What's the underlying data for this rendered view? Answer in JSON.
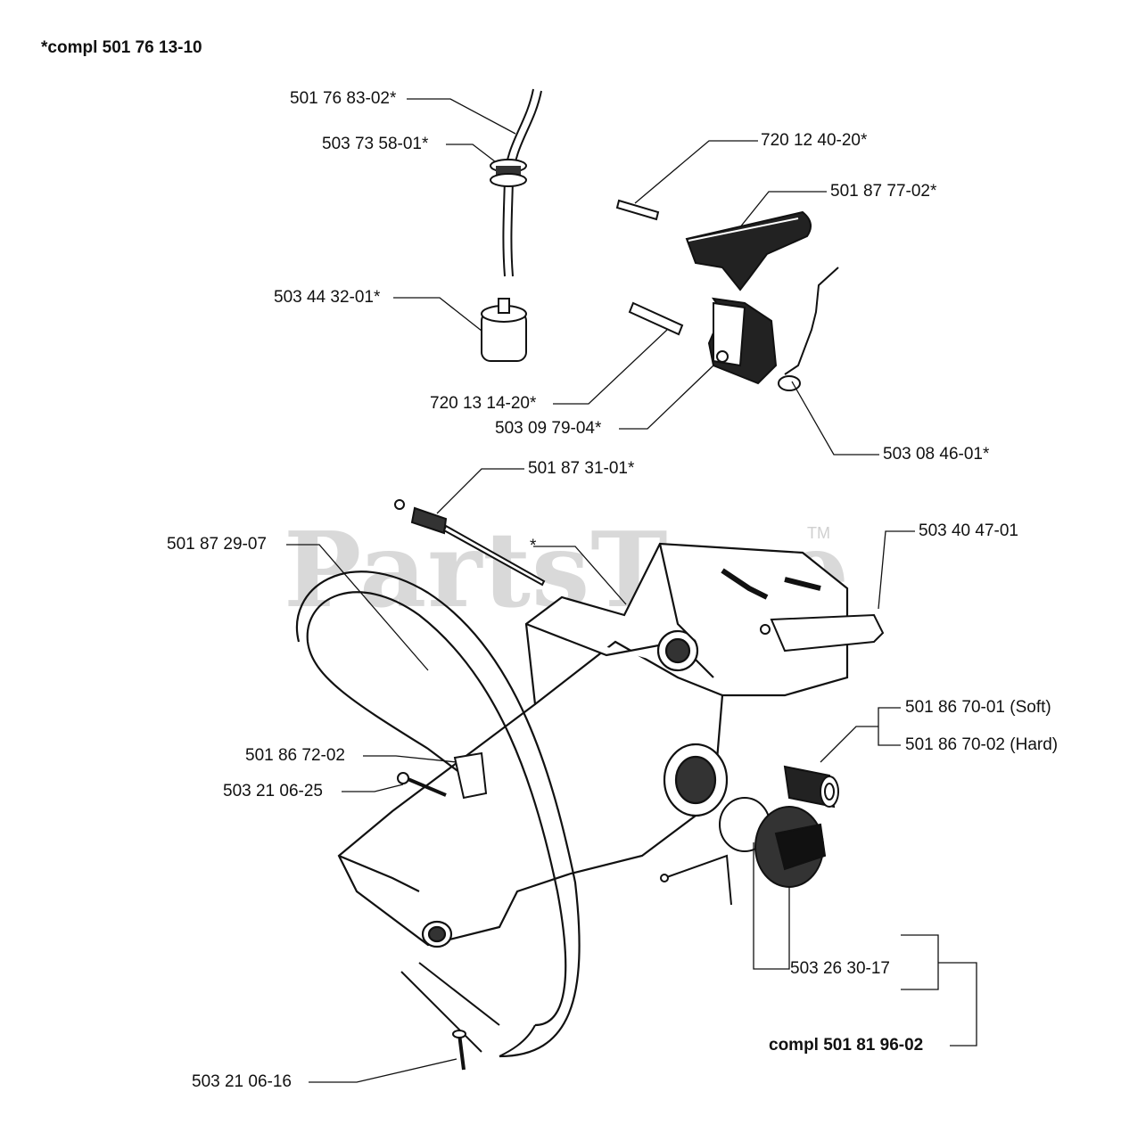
{
  "header": {
    "assembly_label": "*compl 501 76 13-10"
  },
  "watermark": {
    "text": "PartsTree",
    "tm": "TM"
  },
  "parts": [
    {
      "number": "501 76 83-02*",
      "part": "fuel-hose"
    },
    {
      "number": "503 73 58-01*",
      "part": "grommet"
    },
    {
      "number": "503 44 32-01*",
      "part": "fuel-filter"
    },
    {
      "number": "720 12 40-20*",
      "part": "pin-upper"
    },
    {
      "number": "501 87 77-02*",
      "part": "throttle-trigger"
    },
    {
      "number": "720 13 14-20*",
      "part": "pin-lower"
    },
    {
      "number": "503 09 79-04*",
      "part": "throttle-lockout"
    },
    {
      "number": "503 08 46-01*",
      "part": "spring"
    },
    {
      "number": "501 87 31-01*",
      "part": "throttle-rod"
    },
    {
      "number": "501 87 29-07",
      "part": "front-handle"
    },
    {
      "number": "503 40 47-01",
      "part": "rear-handle-trigger"
    },
    {
      "number": "501 86 70-01 (Soft)",
      "part": "av-buffer-soft"
    },
    {
      "number": "501 86 70-02 (Hard)",
      "part": "av-buffer-hard"
    },
    {
      "number": "501 86 72-02",
      "part": "bracket"
    },
    {
      "number": "503 21 06-25",
      "part": "screw-upper"
    },
    {
      "number": "503 26 30-17",
      "part": "oring"
    },
    {
      "number": "503 21 06-16",
      "part": "screw-lower"
    }
  ],
  "group_label": "compl 501 81 96-02",
  "asterisk_note": "*"
}
